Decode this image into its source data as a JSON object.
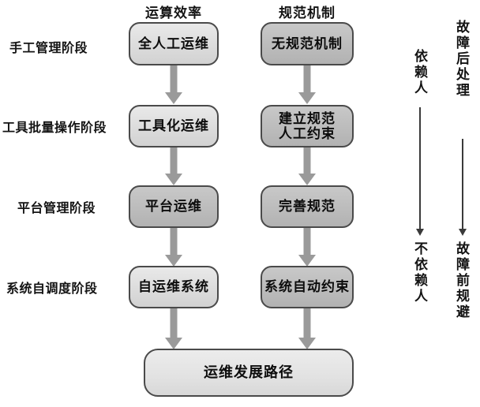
{
  "diagram": {
    "title": "运维发展路径",
    "columns": [
      {
        "id": "efficiency",
        "header": "运算效率"
      },
      {
        "id": "standard",
        "header": "规范机制"
      }
    ],
    "stages": [
      {
        "label": "手工管理阶段",
        "efficiency": "全人工运维",
        "standard": "无规范机制"
      },
      {
        "label": "工具批量操作阶段",
        "efficiency": "工具化运维",
        "standard": "建立规范\n人工约束"
      },
      {
        "label": "平台管理阶段",
        "efficiency": "平台运维",
        "standard": "完善规范"
      },
      {
        "label": "系统自调度阶段",
        "efficiency": "自运维系统",
        "standard": "系统自动约束"
      }
    ],
    "summary_box": "运维发展路径",
    "axes": [
      {
        "id": "people-dependency",
        "top_label": "依赖人",
        "bottom_label": "不依赖人"
      },
      {
        "id": "fault-handling",
        "top_label": "故障后处理",
        "bottom_label": "故障前规避"
      }
    ],
    "colors": {
      "light_node_fill": "#dcdcdc",
      "dark_node_fill": "#bcbcbc",
      "node_border": "#4a4a4a",
      "flow_arrow": "#9a9a9a",
      "axis_arrow": "#3a3a3a",
      "text": "#141414",
      "background": "#ffffff"
    }
  }
}
